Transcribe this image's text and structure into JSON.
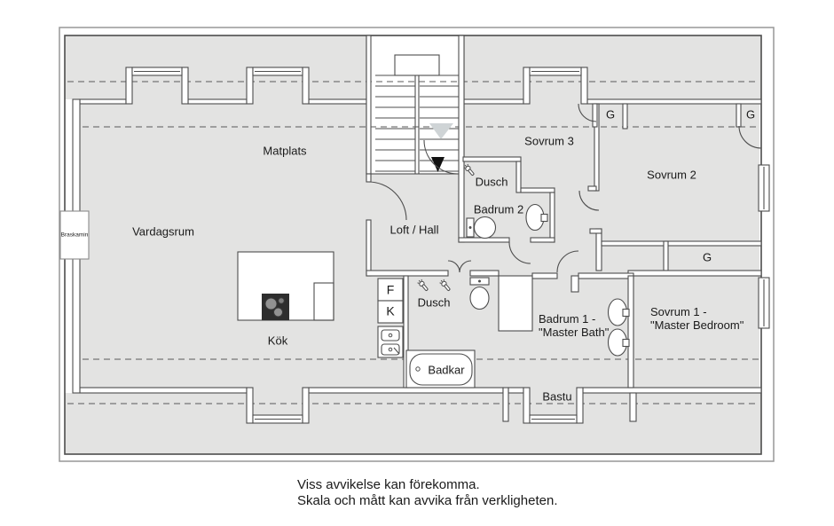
{
  "meta": {
    "type": "attic-floor-plan"
  },
  "colors": {
    "room_fill": "#e3e3e2",
    "wall_line": "#4d4d4d",
    "outer_border": "#979797",
    "stove": "#2e2e2e",
    "burner": "#929292",
    "arrow_dark": "#111111",
    "arrow_light": "#cfd4d6",
    "text": "#1a1a1a"
  },
  "rooms": {
    "matplats": "Matplats",
    "vardagsrum": "Vardagsrum",
    "braskamin": "Braskamin",
    "loft_hall": "Loft / Hall",
    "kok": "Kök",
    "sovrum3": "Sovrum 3",
    "sovrum2": "Sovrum 2",
    "dusch_upper": "Dusch",
    "badrum2": "Badrum 2",
    "dusch_lower": "Dusch",
    "badrum1_line1": "Badrum 1 -",
    "badrum1_line2": "\"Master Bath\"",
    "sovrum1_line1": "Sovrum 1 -",
    "sovrum1_line2": "\"Master Bedroom\"",
    "badkar": "Badkar",
    "bastu": "Bastu",
    "fridge": "F",
    "freezer": "K",
    "closet_sovrum2_left": "G",
    "closet_sovrum2_right": "G",
    "closet_sovrum1": "G"
  },
  "footer": {
    "line1": "Viss avvikelse kan förekomma.",
    "line2": "Skala och mått kan avvika från verkligheten."
  }
}
